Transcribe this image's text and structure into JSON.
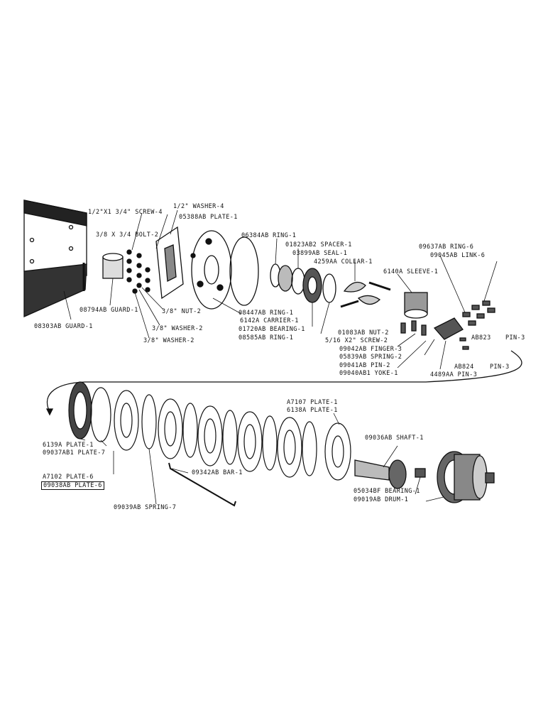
{
  "diagram": {
    "colors": {
      "ink": "#111111",
      "paper": "#ffffff",
      "shade": "#333333"
    },
    "labels": {
      "screw_half": "1/2\"X1 3/4\" SCREW-4",
      "washer_half": "1/2\" WASHER-4",
      "plate_05388": "05388AB PLATE-1",
      "bolt": "3/8 X 3/4 BOLT-2",
      "guard_08794": "08794AB GUARD-1",
      "guard_08303": "08303AB GUARD-1",
      "nut_2": "3/8\" NUT-2",
      "washer_2a": "3/8\" WASHER-2",
      "washer_2b": "3/8\" WASHER-2",
      "ring_06384": "06384AB RING-1",
      "spacer": "01823AB2 SPACER-1",
      "seal": "03899AB SEAL-1",
      "collar": "4259AA COLLAR-1",
      "sleeve": "6140A SLEEVE-1",
      "ring_09637": "09637AB RING-6",
      "link": "09045AB LINK-6",
      "ring_08447": "08447AB RING-1",
      "carrier": "6142A CARRIER-1",
      "bearing_01720": "01720AB BEARING-1",
      "ring_08585": "08585AB RING-1",
      "nut_01083": "01083AB NUT-2",
      "screw_2": "5/16 X2\" SCREW-2",
      "finger": "09042AB FINGER-3",
      "spring_2": "05839AB SPRING-2",
      "pin_09041": "09041AB PIN-2",
      "yoke": "09040AB1 YOKE-1",
      "pin_ab823": "AB823",
      "pin_ab823_qty": "PIN-3",
      "pin_ab824": "AB824",
      "pin_ab824_qty": "PIN-3",
      "pin_4489": "4489AA PIN-3",
      "plate_a7107": "A7107 PLATE-1",
      "plate_6138a": "6138A PLATE-1",
      "plate_6139a": "6139A PLATE-1",
      "plate_09037": "09037AB1 PLATE-7",
      "plate_a7102": "A7102 PLATE-6",
      "plate_09038": "09038AB PLATE-6",
      "bar": "09342AB BAR-1",
      "spring_7": "09039AB SPRING-7",
      "shaft": "09036AB SHAFT-1",
      "bearing_05034": "05034BF BEARING-1",
      "drum": "09019AB DRUM-1"
    }
  }
}
